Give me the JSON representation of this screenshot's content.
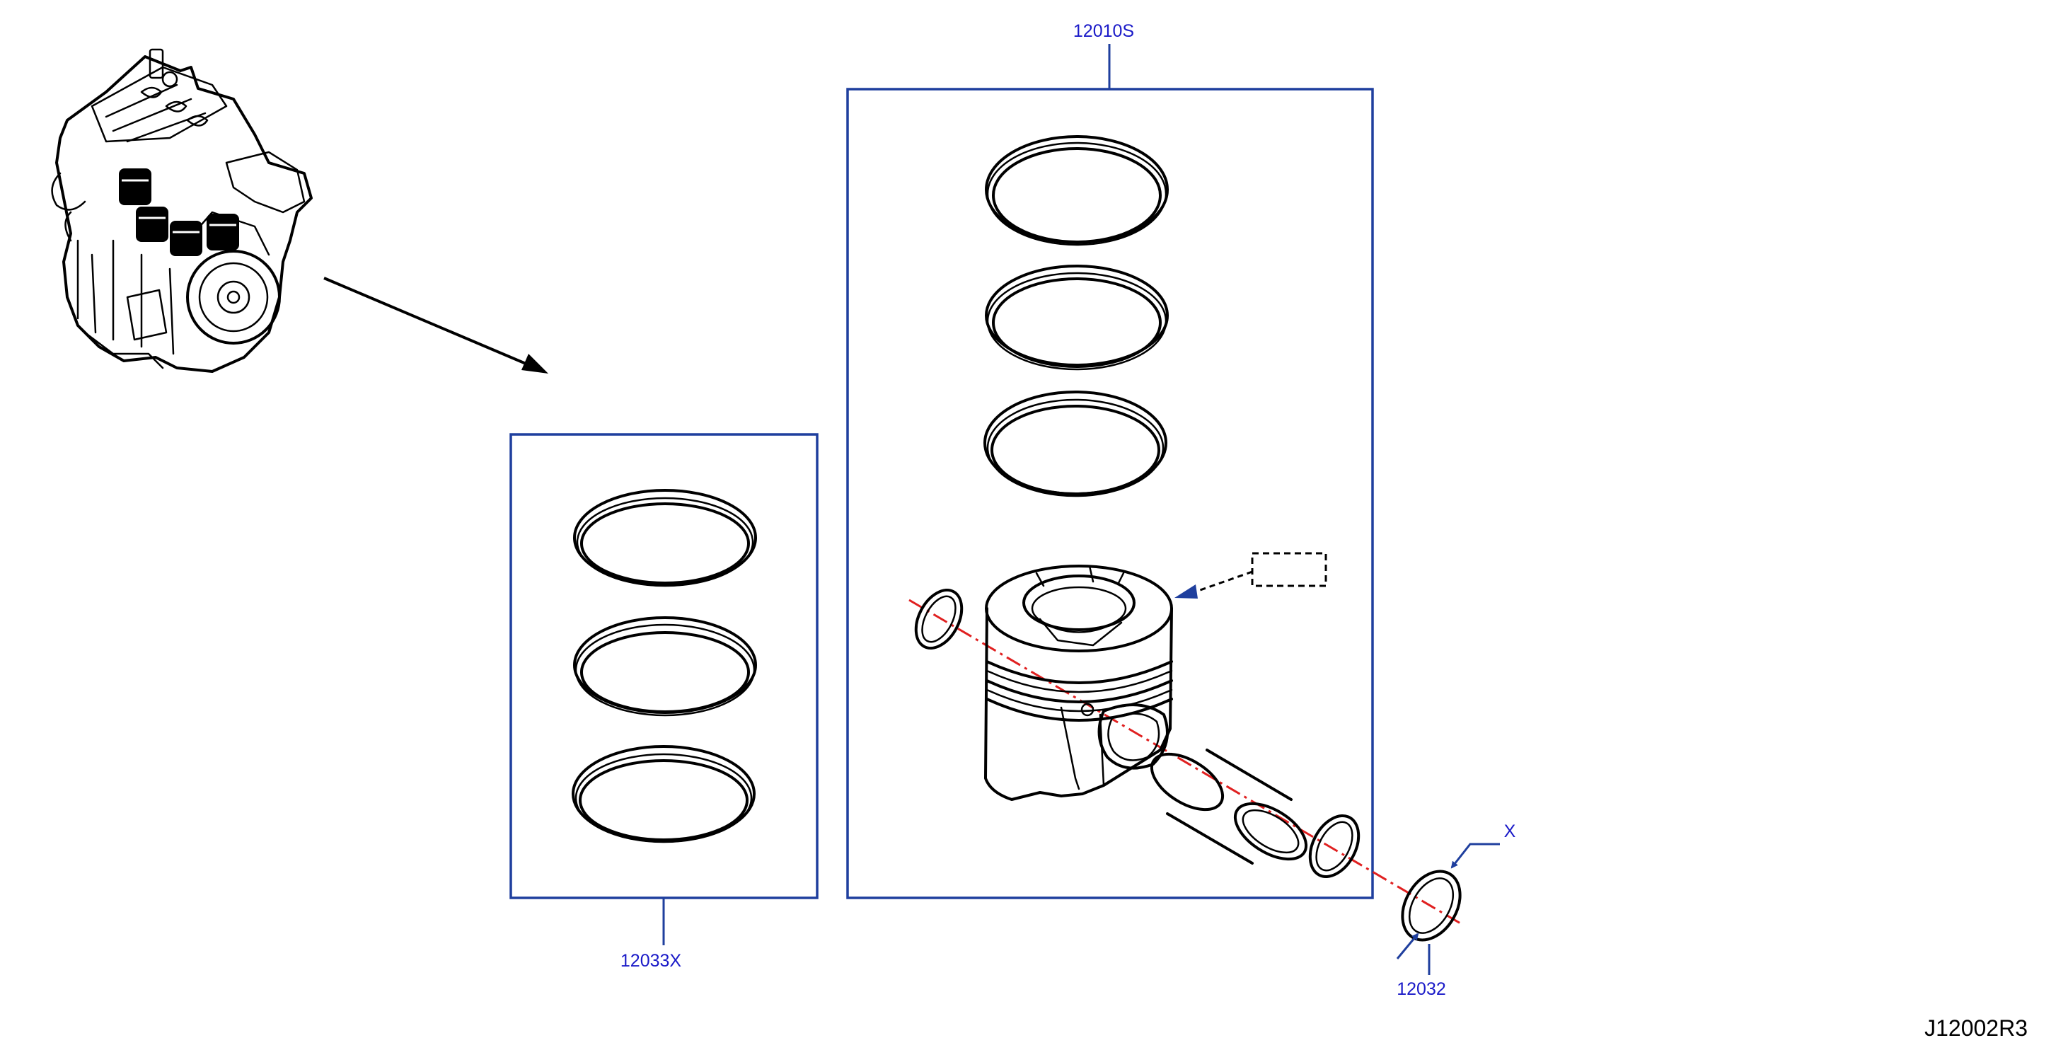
{
  "diagram_code": "J12002R3",
  "parts": {
    "piston_kit": {
      "number": "12010S"
    },
    "ring_set": {
      "number": "12033X"
    },
    "snap_ring": {
      "number": "12032"
    },
    "callout_x": "X"
  },
  "colors": {
    "label_text": "#1a1ac8",
    "frame": "#1f3f9e",
    "centerline": "#e02020",
    "ink": "#000000"
  }
}
